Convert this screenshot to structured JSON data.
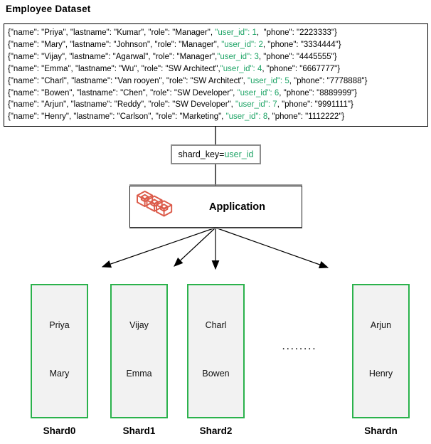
{
  "title": "Employee Dataset",
  "colors": {
    "green": "#1ea466",
    "shard_border_green": "#2bb24c",
    "icon_red": "#dc5b4a"
  },
  "records": [
    {
      "pre": "{\"name\": \"Priya\", \"lastname\": \"Kumar\", \"role\": \"Manager\", ",
      "key": "\"user_id\": 1",
      "post": ",  \"phone\": \"2223333\"}"
    },
    {
      "pre": "{\"name\": \"Mary\", \"lastname\": \"Johnson\", \"role\": \"Manager\", ",
      "key": "\"user_id\": 2",
      "post": ", \"phone\": \"3334444\"}"
    },
    {
      "pre": "{\"name\": \"Vijay\", \"lastname\": \"Agarwal\", \"role\": \"Manager\",",
      "key": "\"user_id\": 3",
      "post": ", \"phone\": \"4445555\"}"
    },
    {
      "pre": "{\"name\": \"Emma\", \"lastname\": \"Wu\", \"role\": \"SW Architect\",",
      "key": "\"user_id\": 4",
      "post": ", \"phone\": \"6667777\"}"
    },
    {
      "pre": "{\"name\": \"Charl\", \"lastname\": \"Van rooyen\", \"role\": \"SW Architect\", ",
      "key": "\"user_id\": 5",
      "post": ", \"phone\": \"7778888\"}"
    },
    {
      "pre": "{\"name\": \"Bowen\", \"lastname\": \"Chen\", \"role\": \"SW Developer\", ",
      "key": "\"user_id\": 6",
      "post": ", \"phone\": \"8889999\"}"
    },
    {
      "pre": "{\"name\": \"Arjun\", \"lastname\": \"Reddy\", \"role\": \"SW Developer\", ",
      "key": "\"user_id\": 7",
      "post": ", \"phone\": \"9991111\"}"
    },
    {
      "pre": "{\"name\": \"Henry\", \"lastname\": \"Carlson\", \"role\": \"Marketing\", ",
      "key": "\"user_id\": 8",
      "post": ", \"phone\": \"1112222\"}"
    }
  ],
  "shard_key": {
    "prefix": "shard_key=",
    "value": "user_id"
  },
  "application": {
    "label": "Application",
    "icon": "cubes-icon"
  },
  "shards": [
    {
      "label": "Shard0",
      "names": [
        "Priya",
        "Mary"
      ]
    },
    {
      "label": "Shard1",
      "names": [
        "Vijay",
        "Emma"
      ]
    },
    {
      "label": "Shard2",
      "names": [
        "Charl",
        "Bowen"
      ]
    },
    {
      "label": "Shardn",
      "names": [
        "Arjun",
        "Henry"
      ]
    }
  ],
  "dots": ". . . . . . . ."
}
